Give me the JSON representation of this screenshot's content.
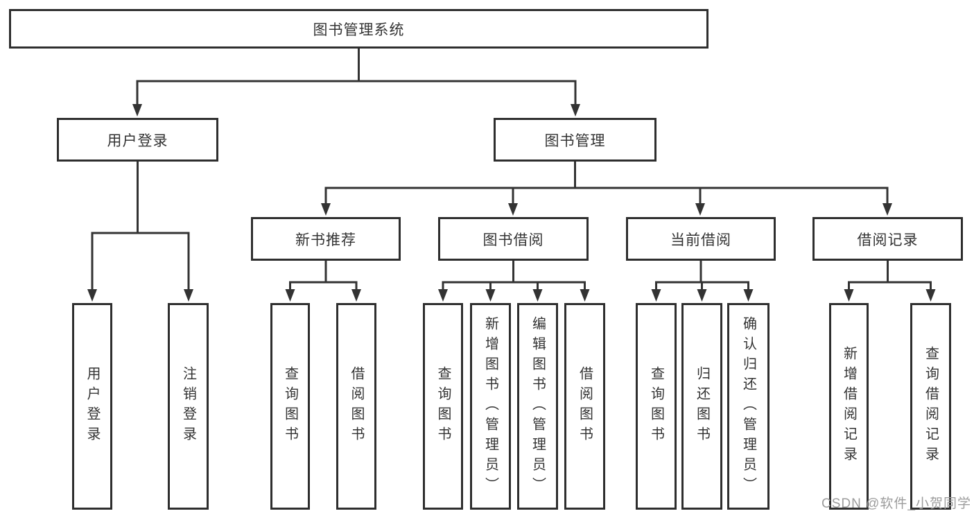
{
  "tree": {
    "root": "图书管理系统",
    "branches": [
      {
        "label": "用户登录",
        "children": [
          "用户登录",
          "注销登录"
        ]
      },
      {
        "label": "图书管理",
        "groups": [
          {
            "label": "新书推荐",
            "children": [
              "查询图书",
              "借阅图书"
            ]
          },
          {
            "label": "图书借阅",
            "children": [
              "查询图书",
              "新增图书（管理员）",
              "编辑图书（管理员）",
              "借阅图书"
            ]
          },
          {
            "label": "当前借阅",
            "children": [
              "查询图书",
              "归还图书",
              "确认归还（管理员）"
            ]
          },
          {
            "label": "借阅记录",
            "children": [
              "新增借阅记录",
              "查询借阅记录"
            ]
          }
        ]
      }
    ]
  },
  "watermark": "CSDN @软件_小贺同学",
  "colors": {
    "line": "#333333",
    "box_border": "#2e2e2e",
    "box_fill": "#ffffff",
    "text": "#333333",
    "watermark": "#9c9c9c"
  }
}
